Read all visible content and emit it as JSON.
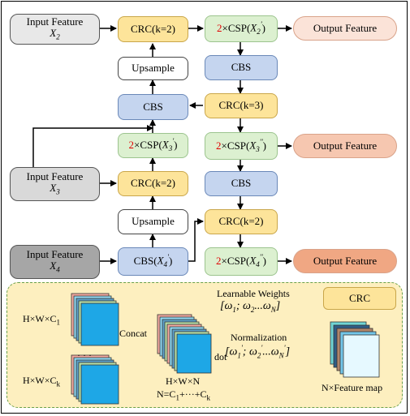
{
  "inputs": {
    "x2": {
      "label": "Input Feature",
      "sub": "X",
      "subidx": "2"
    },
    "x3": {
      "label": "Input Feature",
      "sub": "X",
      "subidx": "3"
    },
    "x4": {
      "label": "Input Feature",
      "sub": "X",
      "subidx": "4"
    }
  },
  "blocks": {
    "crc_k2_top": "CRC(k=2)",
    "crc_k3": "CRC(k=3)",
    "crc_k2_mid": "CRC(k=2)",
    "crc_k2_bot": "CRC(k=2)",
    "upsample": "Upsample",
    "cbs": "CBS",
    "cbs_x4_prefix": "CBS(",
    "cbs_x4_suffix": ")",
    "csp_multiplier": "2",
    "csp_times": "×CSP(",
    "csp_close": ")"
  },
  "outputs": {
    "label": "Output Feature",
    "colors": [
      "#fbe3d8",
      "#f6c7b0",
      "#f0a783"
    ]
  },
  "panel": {
    "tag": "CRC",
    "in_top": "H×W×C",
    "in_top_idx": "1",
    "dots": "· · ·",
    "in_bot": "H×W×C",
    "in_bot_idx": "k",
    "concat": "Concat",
    "hwn": "H×W×N",
    "nsum": "N=C",
    "nsum_mid": "+···+C",
    "dot": "dot",
    "learnable": "Learnable Weights",
    "normalization": "Normalization",
    "nfm": "N×Feature map"
  }
}
